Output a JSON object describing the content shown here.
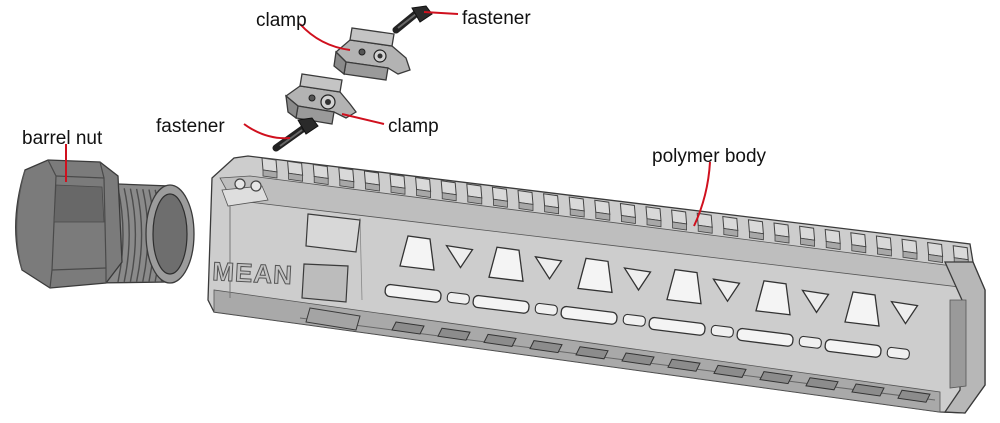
{
  "labels": {
    "clamp_top": "clamp",
    "fastener_top": "fastener",
    "fastener_left": "fastener",
    "clamp_mid": "clamp",
    "barrel_nut": "barrel nut",
    "polymer_body": "polymer body"
  },
  "engraving": "MEAN",
  "colors": {
    "leader": "#d0101e",
    "body_light": "#cfcfcf",
    "body_mid": "#b4b4b4",
    "body_dark": "#8e8e8e",
    "nut": "#7a7a7a",
    "edge": "#3a3a3a"
  }
}
